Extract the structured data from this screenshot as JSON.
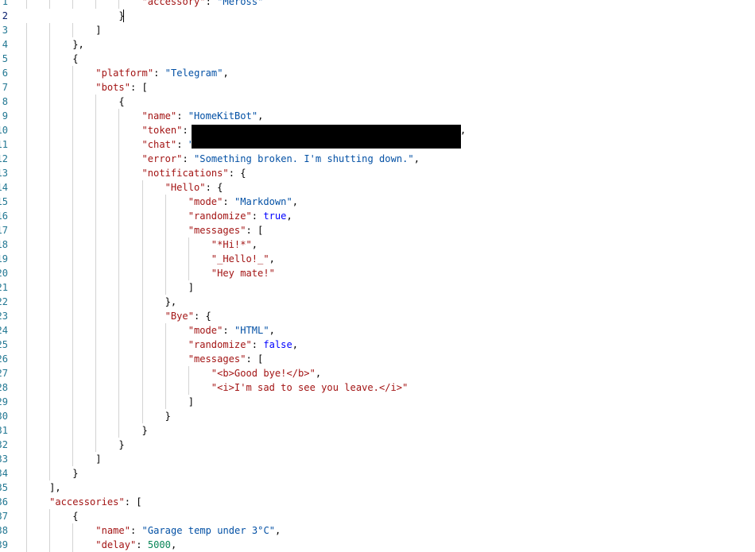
{
  "editor": {
    "current_line_index": 1,
    "lines": [
      {
        "n": "1",
        "indent": 5,
        "parts": [
          [
            "k",
            "\"accessory\""
          ],
          [
            "p",
            ": "
          ],
          [
            "s",
            "\"Meross\""
          ]
        ]
      },
      {
        "n": "2",
        "indent": 4,
        "parts": [
          [
            "p",
            "}"
          ]
        ]
      },
      {
        "n": "3",
        "indent": 3,
        "parts": [
          [
            "p",
            "]"
          ]
        ]
      },
      {
        "n": "4",
        "indent": 2,
        "parts": [
          [
            "p",
            "},"
          ]
        ]
      },
      {
        "n": "5",
        "indent": 2,
        "parts": [
          [
            "p",
            "{"
          ]
        ]
      },
      {
        "n": "6",
        "indent": 3,
        "parts": [
          [
            "k",
            "\"platform\""
          ],
          [
            "p",
            ": "
          ],
          [
            "s",
            "\"Telegram\""
          ],
          [
            "p",
            ","
          ]
        ]
      },
      {
        "n": "7",
        "indent": 3,
        "parts": [
          [
            "k",
            "\"bots\""
          ],
          [
            "p",
            ": ["
          ]
        ]
      },
      {
        "n": "8",
        "indent": 4,
        "parts": [
          [
            "p",
            "{"
          ]
        ]
      },
      {
        "n": "9",
        "indent": 5,
        "parts": [
          [
            "k",
            "\"name\""
          ],
          [
            "p",
            ": "
          ],
          [
            "s",
            "\"HomeKitBot\""
          ],
          [
            "p",
            ","
          ]
        ]
      },
      {
        "n": "10",
        "indent": 5,
        "parts": [
          [
            "k",
            "\"token\""
          ],
          [
            "p",
            ": "
          ],
          [
            "s",
            "\"                                            \""
          ],
          [
            "p",
            ","
          ]
        ]
      },
      {
        "n": "11",
        "indent": 5,
        "parts": [
          [
            "k",
            "\"chat\""
          ],
          [
            "p",
            ": "
          ],
          [
            "s",
            "\""
          ]
        ]
      },
      {
        "n": "12",
        "indent": 5,
        "parts": [
          [
            "k",
            "\"error\""
          ],
          [
            "p",
            ": "
          ],
          [
            "s",
            "\"Something broken. I'm shutting down.\""
          ],
          [
            "p",
            ","
          ]
        ]
      },
      {
        "n": "13",
        "indent": 5,
        "parts": [
          [
            "k",
            "\"notifications\""
          ],
          [
            "p",
            ": {"
          ]
        ]
      },
      {
        "n": "14",
        "indent": 6,
        "parts": [
          [
            "k",
            "\"Hello\""
          ],
          [
            "p",
            ": {"
          ]
        ]
      },
      {
        "n": "15",
        "indent": 7,
        "parts": [
          [
            "k",
            "\"mode\""
          ],
          [
            "p",
            ": "
          ],
          [
            "s",
            "\"Markdown\""
          ],
          [
            "p",
            ","
          ]
        ]
      },
      {
        "n": "16",
        "indent": 7,
        "parts": [
          [
            "k",
            "\"randomize\""
          ],
          [
            "p",
            ": "
          ],
          [
            "b",
            "true"
          ],
          [
            "p",
            ","
          ]
        ]
      },
      {
        "n": "17",
        "indent": 7,
        "parts": [
          [
            "k",
            "\"messages\""
          ],
          [
            "p",
            ": ["
          ]
        ]
      },
      {
        "n": "18",
        "indent": 8,
        "parts": [
          [
            "k",
            "\"*Hi!*\""
          ],
          [
            "p",
            ","
          ]
        ]
      },
      {
        "n": "19",
        "indent": 8,
        "parts": [
          [
            "k",
            "\"_Hello!_\""
          ],
          [
            "p",
            ","
          ]
        ]
      },
      {
        "n": "20",
        "indent": 8,
        "parts": [
          [
            "k",
            "\"Hey mate!\""
          ]
        ]
      },
      {
        "n": "21",
        "indent": 7,
        "parts": [
          [
            "p",
            "]"
          ]
        ]
      },
      {
        "n": "22",
        "indent": 6,
        "parts": [
          [
            "p",
            "},"
          ]
        ]
      },
      {
        "n": "23",
        "indent": 6,
        "parts": [
          [
            "k",
            "\"Bye\""
          ],
          [
            "p",
            ": {"
          ]
        ]
      },
      {
        "n": "24",
        "indent": 7,
        "parts": [
          [
            "k",
            "\"mode\""
          ],
          [
            "p",
            ": "
          ],
          [
            "s",
            "\"HTML\""
          ],
          [
            "p",
            ","
          ]
        ]
      },
      {
        "n": "25",
        "indent": 7,
        "parts": [
          [
            "k",
            "\"randomize\""
          ],
          [
            "p",
            ": "
          ],
          [
            "b",
            "false"
          ],
          [
            "p",
            ","
          ]
        ]
      },
      {
        "n": "26",
        "indent": 7,
        "parts": [
          [
            "k",
            "\"messages\""
          ],
          [
            "p",
            ": ["
          ]
        ]
      },
      {
        "n": "27",
        "indent": 8,
        "parts": [
          [
            "k",
            "\"<b>Good bye!</b>\""
          ],
          [
            "p",
            ","
          ]
        ]
      },
      {
        "n": "28",
        "indent": 8,
        "parts": [
          [
            "k",
            "\"<i>I'm sad to see you leave.</i>\""
          ]
        ]
      },
      {
        "n": "29",
        "indent": 7,
        "parts": [
          [
            "p",
            "]"
          ]
        ]
      },
      {
        "n": "30",
        "indent": 6,
        "parts": [
          [
            "p",
            "}"
          ]
        ]
      },
      {
        "n": "31",
        "indent": 5,
        "parts": [
          [
            "p",
            "}"
          ]
        ]
      },
      {
        "n": "32",
        "indent": 4,
        "parts": [
          [
            "p",
            "}"
          ]
        ]
      },
      {
        "n": "33",
        "indent": 3,
        "parts": [
          [
            "p",
            "]"
          ]
        ]
      },
      {
        "n": "34",
        "indent": 2,
        "parts": [
          [
            "p",
            "}"
          ]
        ]
      },
      {
        "n": "35",
        "indent": 1,
        "parts": [
          [
            "p",
            "],"
          ]
        ]
      },
      {
        "n": "36",
        "indent": 1,
        "parts": [
          [
            "k",
            "\"accessories\""
          ],
          [
            "p",
            ": ["
          ]
        ]
      },
      {
        "n": "37",
        "indent": 2,
        "parts": [
          [
            "p",
            "{"
          ]
        ]
      },
      {
        "n": "38",
        "indent": 3,
        "parts": [
          [
            "k",
            "\"name\""
          ],
          [
            "p",
            ": "
          ],
          [
            "s",
            "\"Garage temp under 3°C\""
          ],
          [
            "p",
            ","
          ]
        ]
      },
      {
        "n": "39",
        "indent": 3,
        "parts": [
          [
            "k",
            "\"delay\""
          ],
          [
            "p",
            ": "
          ],
          [
            "n",
            "5000"
          ],
          [
            "p",
            ","
          ]
        ]
      }
    ]
  },
  "colors": {
    "key": "#a31515",
    "string": "#0451a5",
    "number": "#098658",
    "boolean": "#0000ff",
    "line_number": "#237893",
    "indent_guide": "#d3d3d3",
    "redaction": "#000000"
  }
}
